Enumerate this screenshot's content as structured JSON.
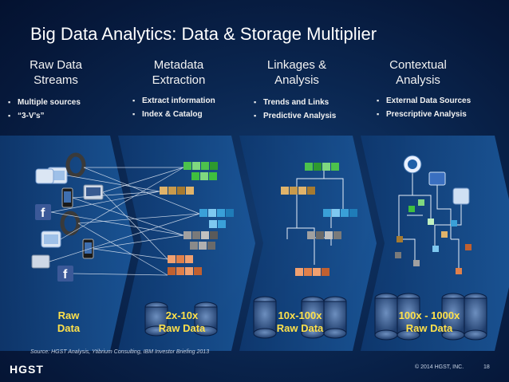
{
  "title": "Big Data Analytics: Data & Storage Multiplier",
  "columns": [
    {
      "heading_line1": "Raw Data",
      "heading_line2": "Streams",
      "bullets": [
        "Multiple sources",
        "“3-V’s”"
      ],
      "multiplier_line1": "Raw",
      "multiplier_line2": "Data"
    },
    {
      "heading_line1": "Metadata",
      "heading_line2": "Extraction",
      "bullets": [
        "Extract information",
        "Index & Catalog"
      ],
      "multiplier_line1": "2x-10x",
      "multiplier_line2": "Raw Data"
    },
    {
      "heading_line1": "Linkages &",
      "heading_line2": "Analysis",
      "bullets": [
        "Trends and Links",
        "Predictive Analysis"
      ],
      "multiplier_line1": "10x-100x",
      "multiplier_line2": "Raw Data"
    },
    {
      "heading_line1": "Contextual",
      "heading_line2": "Analysis",
      "bullets": [
        "External Data Sources",
        "Prescriptive Analysis"
      ],
      "multiplier_line1": "100x - 1000x",
      "multiplier_line2": "Raw Data"
    }
  ],
  "source": "Source: HGST Analysis, Ytibrium Consulting, IBM Investor Briefing 2013",
  "logo": "HGST",
  "copyright": "© 2014 HGST, INC.",
  "page_number": "18",
  "colors": {
    "chevron": "#1b4f8f",
    "green": "#3fbf3f",
    "tan": "#c89a4c",
    "blue": "#3aa0d8",
    "gray": "#8a8a8a",
    "orange": "#e0804a",
    "multiplier_text": "#ffe14a"
  }
}
